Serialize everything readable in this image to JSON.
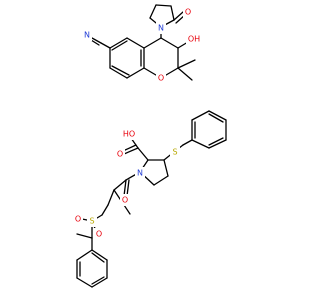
{
  "colors": {
    "bond": "#000000",
    "O": "#e8000b",
    "N": "#1f3bd6",
    "S": "#b8a800",
    "background": "#ffffff"
  },
  "atom_labels": {
    "cyano_n": "N",
    "lactam_o": "O",
    "lactam_n": "N",
    "hydroxyl": "OH",
    "ring_o": "O",
    "acid_oh": "HO",
    "acid_o": "O",
    "thioether_s": "S",
    "proline_n": "N",
    "amide_o": "O",
    "sulfonyl_s": "S",
    "sulfonyl_o_left": "O",
    "sulfonyl_o_right": "O"
  }
}
